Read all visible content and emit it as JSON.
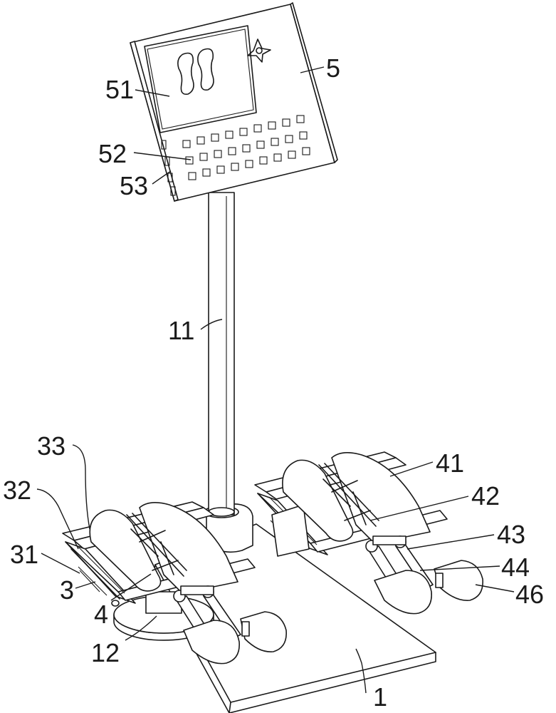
{
  "labels": {
    "l1": "1",
    "l3": "3",
    "l4": "4",
    "l5": "5",
    "l11": "11",
    "l12": "12",
    "l31": "31",
    "l32": "32",
    "l33": "33",
    "l41": "41",
    "l42": "42",
    "l43": "43",
    "l44": "44",
    "l46": "46",
    "l51": "51",
    "l52": "52",
    "l53": "53"
  }
}
